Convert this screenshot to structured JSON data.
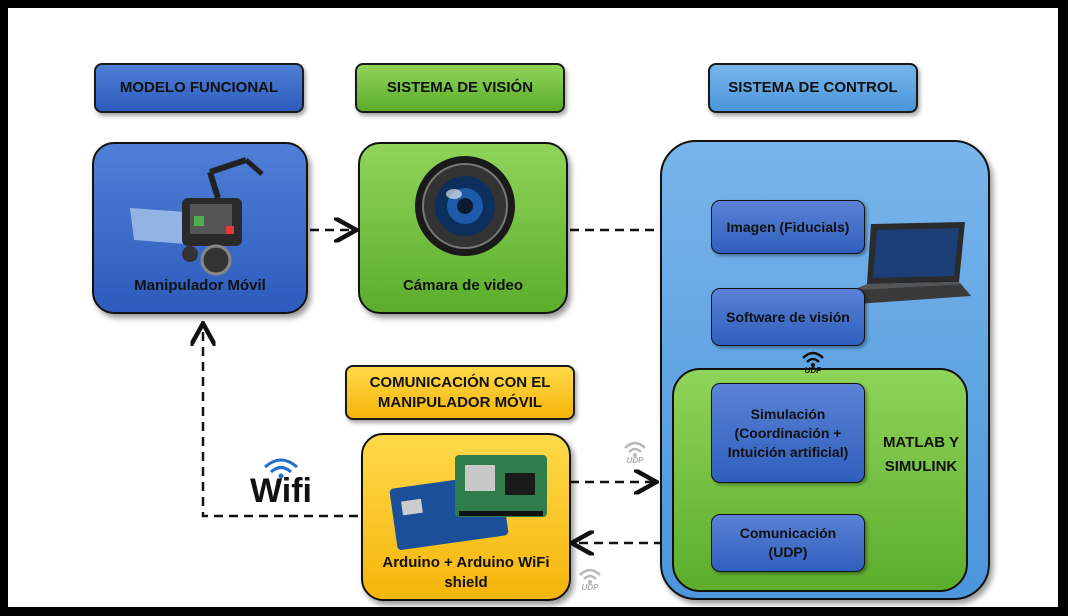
{
  "headers": {
    "functional_model": "MODELO FUNCIONAL",
    "vision_system": "SISTEMA DE VISIÓN",
    "control_system": "SISTEMA DE CONTROL",
    "communication": "COMUNICACIÓN CON EL MANIPULADOR MÓVIL"
  },
  "cards": {
    "manipulator": "Manipulador Móvil",
    "camera": "Cámara de video",
    "arduino": "Arduino + Arduino WiFi shield"
  },
  "control": {
    "image_box": "Imagen (Fiducials)",
    "vision_software": "Software de visión",
    "simulation": "Simulación (Coordinación + Intuición artificial)",
    "communication_box": "Comunicación (UDP)",
    "matlab_label": "MATLAB Y SIMULINK"
  },
  "labels": {
    "wifi": "Wifi",
    "udp": "UDP"
  },
  "colors": {
    "blue": "#2f5fbd",
    "green": "#6ac23a",
    "yellow": "#f9c21b",
    "light_blue": "#5aa2e0"
  }
}
